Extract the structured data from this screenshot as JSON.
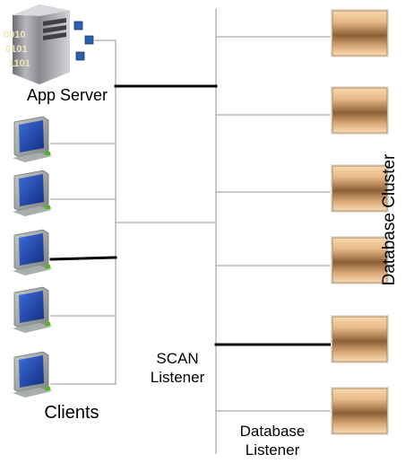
{
  "labels": {
    "app_server": "App Server",
    "clients": "Clients",
    "scan_listener": "SCAN\nListener",
    "database_listener": "Database\nListener",
    "database_cluster": "Database Cluster"
  },
  "server_digits": [
    "0010",
    "0101",
    "1101"
  ],
  "colors": {
    "line": "#aaaaaa",
    "emphasis_line": "#000000",
    "db_light": "#f7d6aa",
    "db_dark": "#8a5c33",
    "monitor_screen": "#1e3fa0",
    "monitor_body": "#9a9e9c",
    "keyboard_accent": "#58b22a",
    "chip": "#2d5fae"
  },
  "icons": {
    "server": "app-server-icon",
    "client": "client-computer-icon",
    "database": "database-node-icon"
  }
}
